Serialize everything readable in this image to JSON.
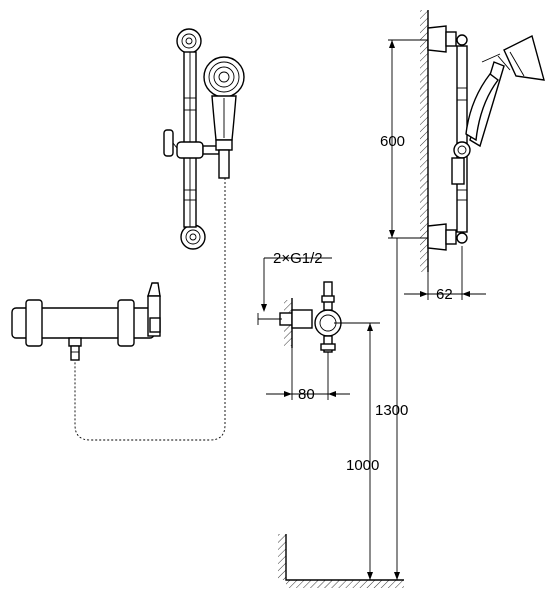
{
  "dimensions": {
    "connection": "2×G1/2",
    "offset_80": "80",
    "height_1000": "1000",
    "height_1300": "1300",
    "rail_600": "600",
    "wall_62": "62"
  }
}
